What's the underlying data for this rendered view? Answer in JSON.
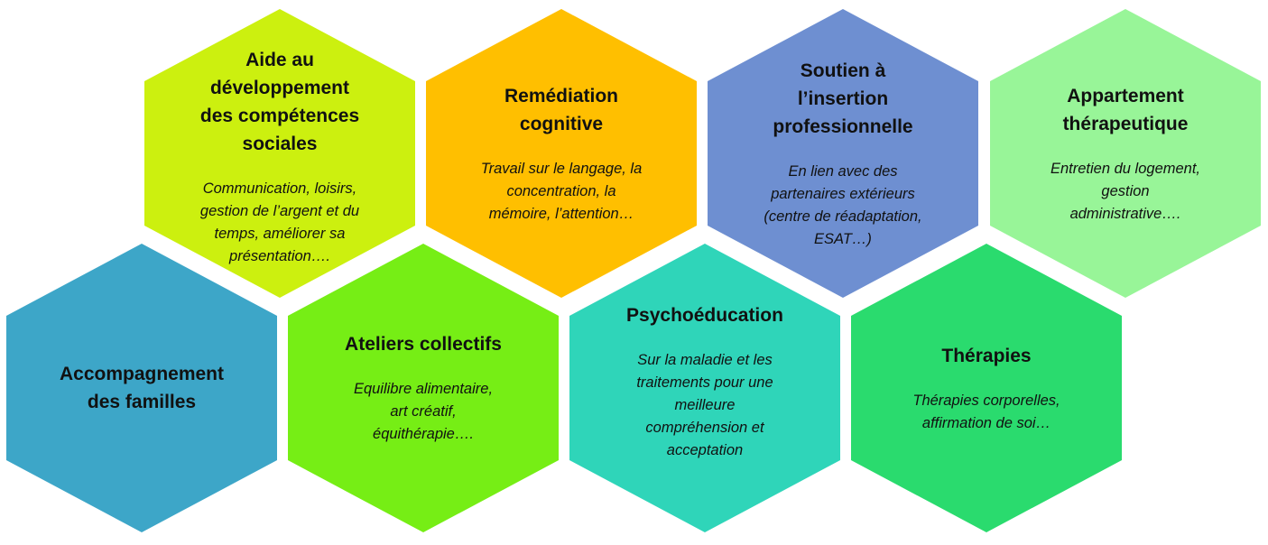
{
  "colors": {
    "aide": "#CCF00F",
    "remediation": "#FFBF00",
    "soutien": "#6E8FD1",
    "appartement": "#98F598",
    "accompagnement": "#3DA6C8",
    "ateliers": "#76EE15",
    "psychoeducation": "#2FD5B9",
    "therapies": "#2ADB6E"
  },
  "hexagons": {
    "aide": {
      "title": "Aide au\ndéveloppement\ndes compétences\nsociales",
      "description": "Communication, loisirs,\ngestion de l’argent et du\ntemps, améliorer sa\nprésentation…."
    },
    "remediation": {
      "title": "Remédiation\ncognitive",
      "description": "Travail sur le langage, la\nconcentration, la\nmémoire, l’attention…"
    },
    "soutien": {
      "title": "Soutien à\nl’insertion\nprofessionnelle",
      "description": "En lien avec des\npartenaires extérieurs\n(centre de réadaptation,\nESAT…)"
    },
    "appartement": {
      "title": "Appartement\nthérapeutique",
      "description": "Entretien du logement,\ngestion\nadministrative…."
    },
    "accompagnement": {
      "title": "Accompagnement\ndes familles"
    },
    "ateliers": {
      "title": "Ateliers collectifs",
      "description": "Equilibre alimentaire,\nart créatif,\néquithérapie…."
    },
    "psychoeducation": {
      "title": "Psychoéducation",
      "description": "Sur la maladie et les\ntraitements pour une\nmeilleure\ncompréhension et\nacceptation"
    },
    "therapies": {
      "title": "Thérapies",
      "description": "Thérapies corporelles,\naffirmation de soi…"
    }
  }
}
